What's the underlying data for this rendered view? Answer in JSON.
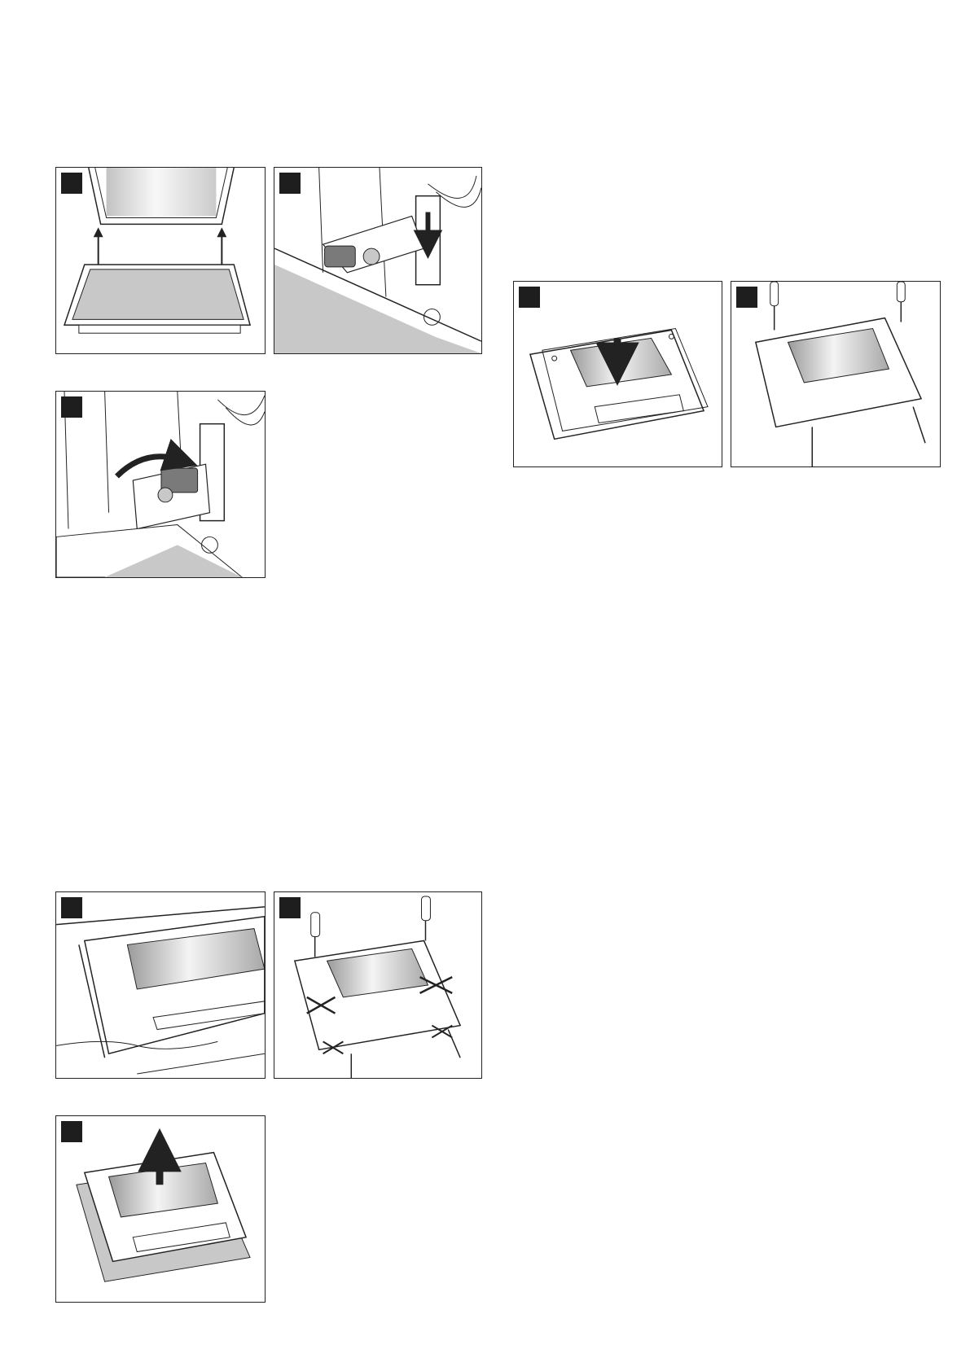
{
  "page": {
    "type": "instruction-illustrations",
    "text_content": []
  },
  "colors": {
    "line": "#222222",
    "surface_fill": "#c8c8c8",
    "glass_light": "#f2f2f2",
    "glass_dark": "#9a9a9a",
    "marker": "#1e1e1e",
    "hinge_part": "#7a7a7a"
  },
  "figures": [
    {
      "id": "fig-a1",
      "depicts": "door-lift-off-hinges",
      "step_marker": true
    },
    {
      "id": "fig-a2",
      "depicts": "hinge-lever-press-down",
      "step_marker": true
    },
    {
      "id": "fig-a3",
      "depicts": "hinge-lever-swing-up",
      "step_marker": true
    },
    {
      "id": "fig-b1",
      "depicts": "door-laid-on-cloth",
      "step_marker": true
    },
    {
      "id": "fig-b2",
      "depicts": "unscrew-door-screws",
      "step_marker": true
    },
    {
      "id": "fig-b3",
      "depicts": "lift-inner-glass",
      "step_marker": true
    },
    {
      "id": "fig-c1",
      "depicts": "insert-glass-pane",
      "step_marker": true
    },
    {
      "id": "fig-c2",
      "depicts": "refit-door-screws",
      "step_marker": true
    }
  ]
}
